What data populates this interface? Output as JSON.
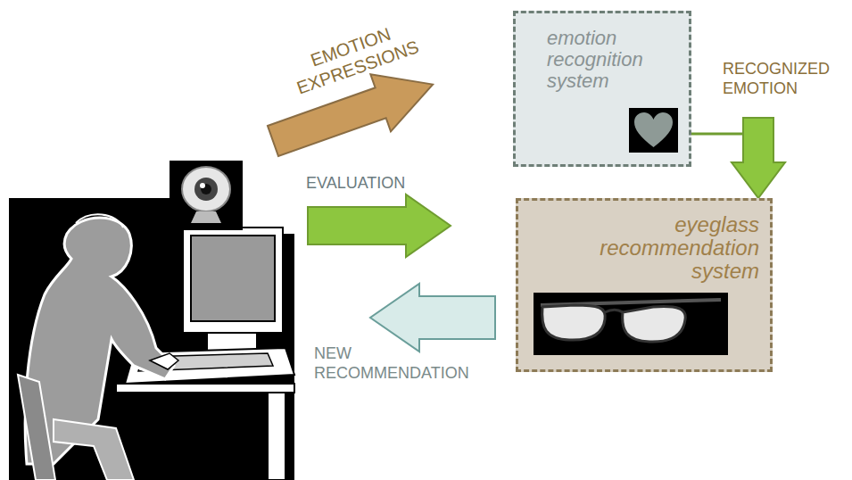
{
  "diagram": {
    "nodes": [
      {
        "text": [
          "emotion recognition system"
        ]
      },
      {
        "text": [
          "eyeglass recommendation system"
        ]
      }
    ],
    "edges": [
      {
        "from": 0,
        "to": 1,
        "arrow": "to",
        "label": "RECOGNIZED EMOTION"
      }
    ],
    "labels": [
      "EMOTION EXPRESSIONS",
      "EVALUATION",
      "NEW RECOMMENDATION"
    ]
  }
}
